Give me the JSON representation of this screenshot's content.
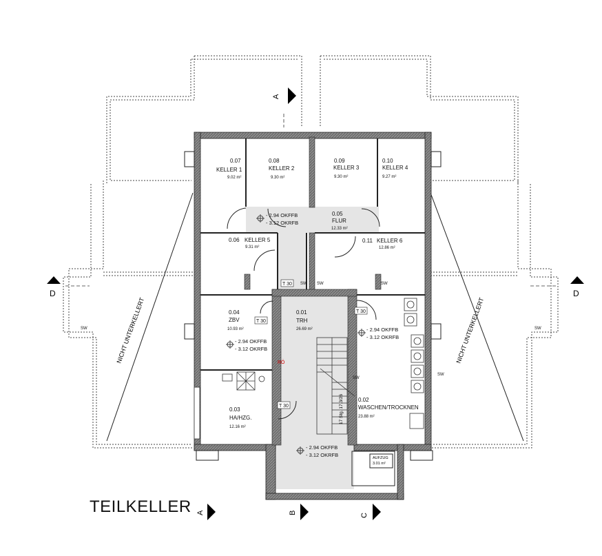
{
  "plan_title": "TEILKELLER",
  "section_markers": {
    "a_top": "A",
    "a_bottom": "A",
    "b": "B",
    "c": "C",
    "d_left": "D",
    "d_right": "D"
  },
  "rooms": [
    {
      "num": "0.07",
      "name": "KELLER 1",
      "area": "9.02 m²"
    },
    {
      "num": "0.08",
      "name": "KELLER 2",
      "area": "9.30 m²"
    },
    {
      "num": "0.09",
      "name": "KELLER 3",
      "area": "9.30 m²"
    },
    {
      "num": "0.10",
      "name": "KELLER 4",
      "area": "9.27 m²"
    },
    {
      "num": "0.05",
      "name": "FLUR",
      "area": "12.33 m²"
    },
    {
      "num": "0.06",
      "name": "KELLER 5",
      "area": "9.31 m²"
    },
    {
      "num": "0.11",
      "name": "KELLER 6",
      "area": "12.86 m²"
    },
    {
      "num": "0.04",
      "name": "ZBV",
      "area": "10.93 m²"
    },
    {
      "num": "0.01",
      "name": "TRH",
      "area": "26.69 m²"
    },
    {
      "num": "0.03",
      "name": "HA/HZG.",
      "area": "12.16 m²"
    },
    {
      "num": "0.02",
      "name": "WASCHEN/TROCKNEN",
      "area": "23.88 m²"
    }
  ],
  "levels": [
    {
      "l1": "- 2.94  OKFFB",
      "l2": "- 3.12  OKRFB"
    },
    {
      "l1": "- 2.94  OKFFB",
      "l2": "- 3.12  OKRFB"
    },
    {
      "l1": "- 2.94  OKFFB",
      "l2": "- 3.12  OKRFB"
    },
    {
      "l1": "- 2.94  OKFFB",
      "l2": "- 3.12  OKRFB"
    }
  ],
  "doors": [
    "T 30",
    "T 30",
    "T 30",
    "T 30"
  ],
  "sw_tags": [
    "SW",
    "SW",
    "SW",
    "SW",
    "SW",
    "SW",
    "SW"
  ],
  "nicht_unterkellert": [
    "NICHT UNTERKELLERT",
    "NICHT UNTERKELLERT"
  ],
  "stair": "17 Stg. 17.3/26",
  "elevator": {
    "name": "AUFZUG",
    "area": "3.01 m²"
  },
  "ro_label": "RÖ",
  "colors": {
    "wall": "#777777",
    "corridor": "#e6e6e6",
    "marker": "#000000",
    "ro": "#d00000"
  }
}
